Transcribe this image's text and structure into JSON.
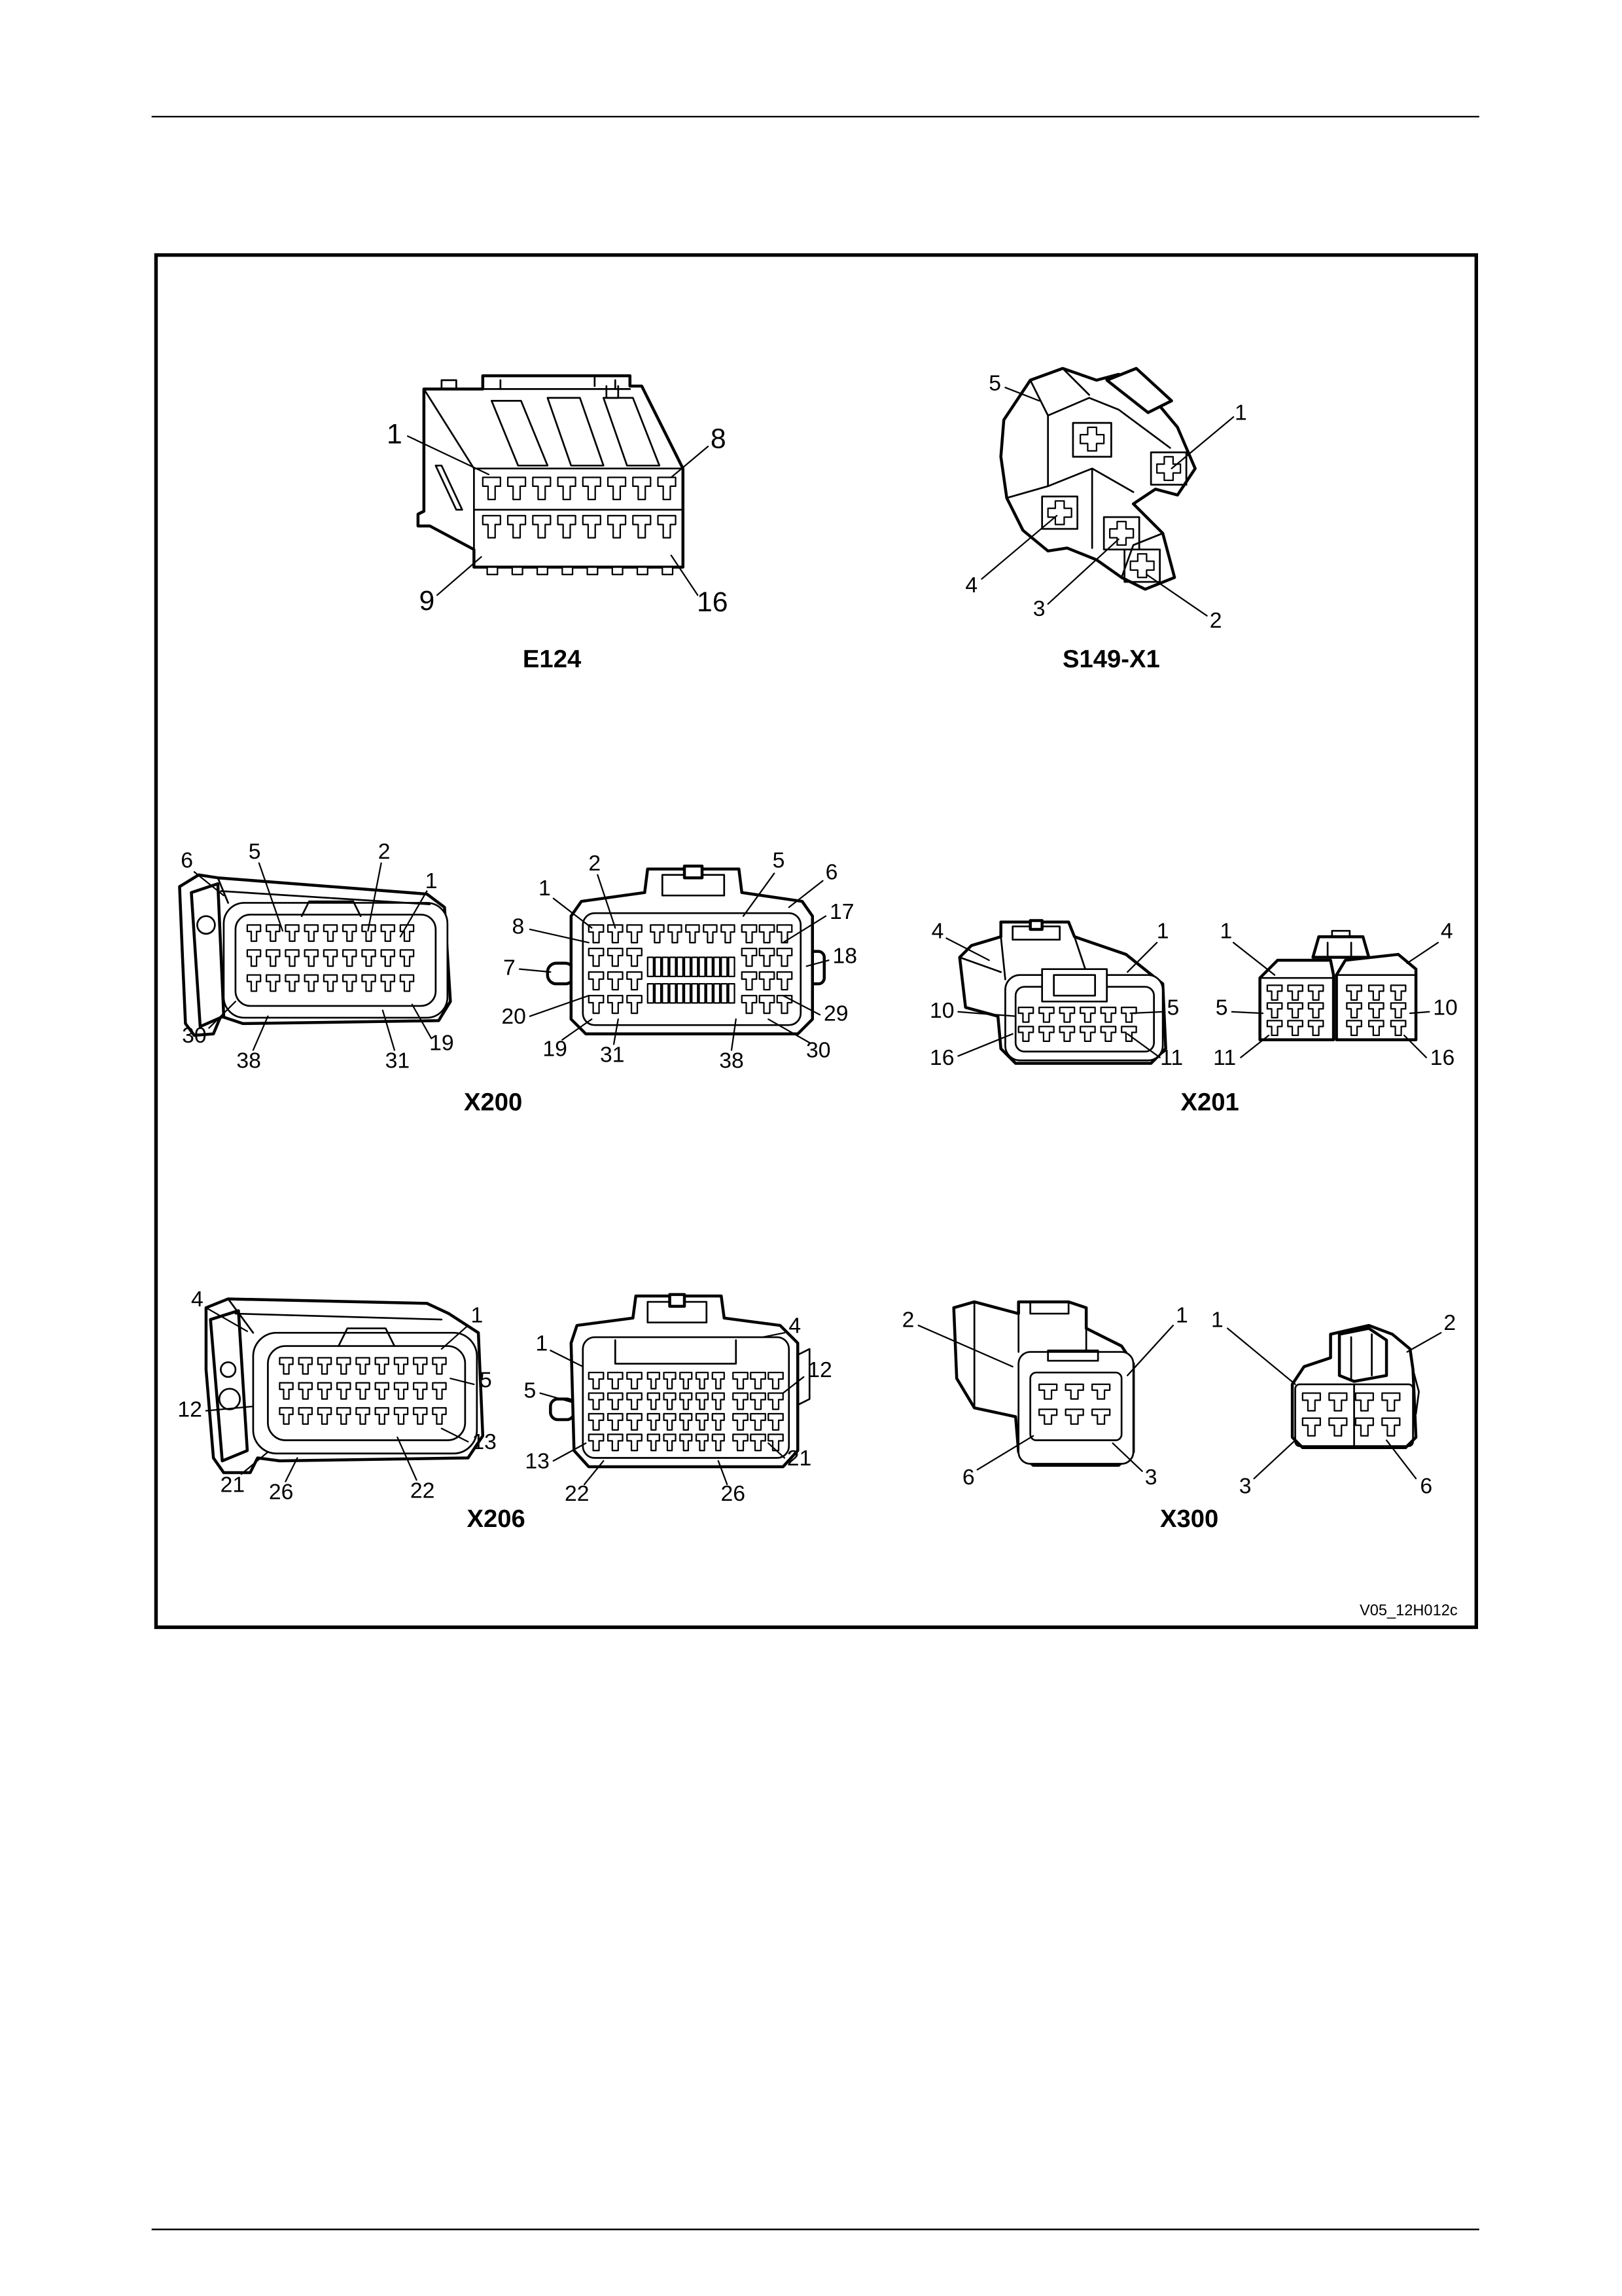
{
  "figure_id": "V05_12H012c",
  "connectors": [
    {
      "name": "E124",
      "views": [
        {
          "pins": [
            "1",
            "8",
            "9",
            "16"
          ]
        }
      ]
    },
    {
      "name": "S149-X1",
      "views": [
        {
          "pins": [
            "5",
            "1",
            "4",
            "3",
            "2"
          ]
        }
      ]
    },
    {
      "name": "X200",
      "views": [
        {
          "pins": [
            "6",
            "5",
            "2",
            "1",
            "30",
            "38",
            "31",
            "19"
          ]
        },
        {
          "pins": [
            "1",
            "2",
            "5",
            "6",
            "8",
            "17",
            "7",
            "18",
            "20",
            "29",
            "19",
            "31",
            "38",
            "30"
          ]
        }
      ]
    },
    {
      "name": "X201",
      "views": [
        {
          "pins": [
            "4",
            "1",
            "10",
            "5",
            "16",
            "11"
          ]
        },
        {
          "pins": [
            "1",
            "4",
            "5",
            "10",
            "11",
            "16"
          ]
        }
      ]
    },
    {
      "name": "X206",
      "views": [
        {
          "pins": [
            "4",
            "1",
            "5",
            "12",
            "13",
            "21",
            "26",
            "22"
          ]
        },
        {
          "pins": [
            "1",
            "4",
            "5",
            "12",
            "13",
            "21",
            "22",
            "26"
          ]
        }
      ]
    },
    {
      "name": "X300",
      "views": [
        {
          "pins": [
            "2",
            "1",
            "6",
            "3"
          ]
        },
        {
          "pins": [
            "1",
            "2",
            "3",
            "6"
          ]
        }
      ]
    }
  ]
}
